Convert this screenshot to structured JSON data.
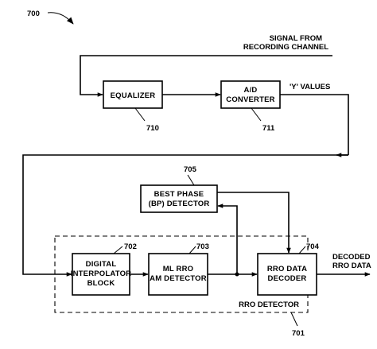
{
  "figure_label": "700",
  "input_label": [
    "SIGNAL FROM",
    "RECORDING CHANNEL"
  ],
  "y_values_label": "'Y' VALUES",
  "output_label": [
    "DECODED",
    "RRO DATA"
  ],
  "blocks": {
    "equalizer": {
      "lines": [
        "EQUALIZER"
      ],
      "ref": "710"
    },
    "ad_converter": {
      "lines": [
        "A/D",
        "CONVERTER"
      ],
      "ref": "711"
    },
    "bp_detector": {
      "lines": [
        "BEST PHASE",
        "(BP) DETECTOR"
      ],
      "ref": "705"
    },
    "interpolator": {
      "lines": [
        "DIGITAL",
        "INTERPOLATOR",
        "BLOCK"
      ],
      "ref": "702"
    },
    "am_detector": {
      "lines": [
        "ML RRO",
        "AM DETECTOR"
      ],
      "ref": "703"
    },
    "rro_decoder": {
      "lines": [
        "RRO DATA",
        "DECODER"
      ],
      "ref": "704"
    }
  },
  "rro_detector": {
    "label": "RRO DETECTOR",
    "ref": "701"
  }
}
